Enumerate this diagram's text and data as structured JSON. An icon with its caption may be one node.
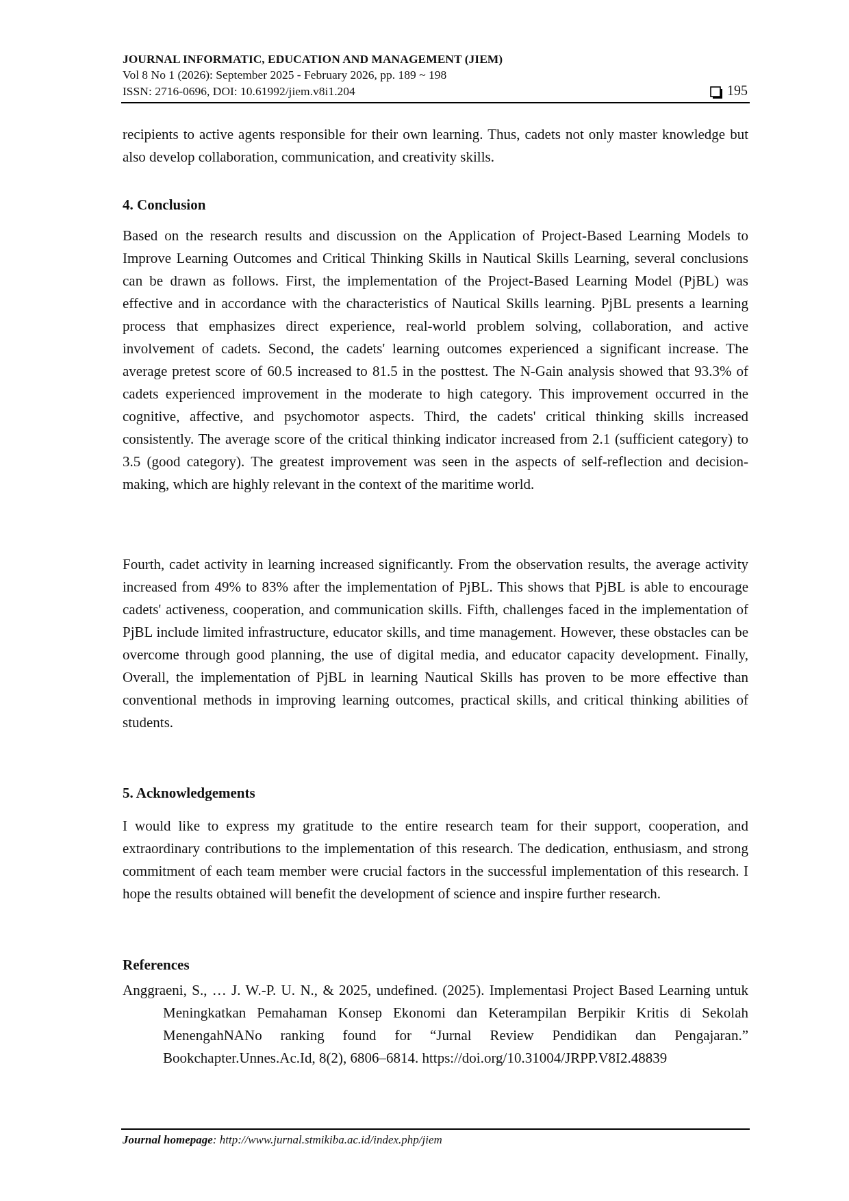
{
  "diagram": {
    "labels": [
      "JOURNAL INFORMATIC, EDUCATION AND MANAGEMENT (JIEM)",
      "Vol 8 No 1 (2026): September 2025 - February 2026, pp. 189 ~ 198",
      "ISSN: 2716-0696, DOI: 10.61992/jiem.v8i1.204",
      "195",
      "recipients to active agents responsible for their own learning. Thus, cadets not only master knowledge but also develop collaboration, communication, and creativity skills.",
      "4. Conclusion",
      "Based on the research results and discussion on the Application of Project-Based Learning Models to Improve Learning Outcomes and Critical Thinking Skills in Nautical Skills Learning, several conclusions can be drawn as follows. First, the implementation of the Project-Based Learning Model (PjBL) was effective and in accordance with the characteristics of Nautical Skills learning. PjBL presents a learning process that emphasizes direct experience, real-world problem solving, collaboration, and active involvement of cadets. Second, the cadets' learning outcomes experienced a significant increase. The average pretest score of 60.5 increased to 81.5 in the posttest. The N-Gain analysis showed that 93.3% of cadets experienced improvement in the moderate to high category. This improvement occurred in the cognitive, affective, and psychomotor aspects. Third, the cadets' critical thinking skills increased consistently. The average score of the critical thinking indicator increased from 2.1 (sufficient category) to 3.5 (good category). The greatest improvement was seen in the aspects of self-reflection and decision-making, which are highly relevant in the context of the maritime world.",
      "Fourth, cadet activity in learning increased significantly. From the observation results, the average activity increased from 49% to 83% after the implementation of PjBL. This shows that PjBL is able to encourage cadets' activeness, cooperation, and communication skills. Fifth, challenges faced in the implementation of PjBL include limited infrastructure, educator skills, and time management. However, these obstacles can be overcome through good planning, the use of digital media, and educator capacity development. Finally, Overall, the implementation of PjBL in learning Nautical Skills has proven to be more effective than conventional methods in improving learning outcomes, practical skills, and critical thinking abilities of students.",
      "5. Acknowledgements",
      "I would like to express my gratitude to the entire research team for their support, cooperation, and extraordinary contributions to the implementation of this research. The dedication, enthusiasm, and strong commitment of each team member were crucial factors in the successful implementation of this research. I hope the results obtained will benefit the development of science and inspire further research.",
      "References",
      "Anggraeni, S., … J. W.-P. U. N., & 2025, undefined. (2025). Implementasi Project Based Learning untuk Meningkatkan Pemahaman Konsep Ekonomi dan Keterampilan Berpikir Kritis di Sekolah MenengahNANo ranking found for “Jurnal Review Pendidikan dan Pengajaran.” Bookchapter.Unnes.Ac.Id, 8(2), 6806–6814. https://doi.org/10.31004/JRPP.V8I2.48839",
      "**Journal homepage**: http://www.jurnal.stmikiba.ac.id/index.php/jiem"
    ]
  }
}
